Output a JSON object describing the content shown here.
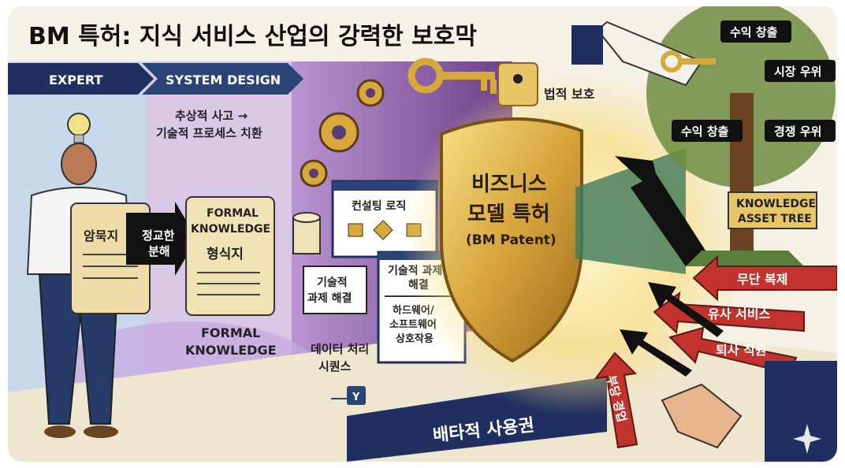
{
  "title": "BM 특허: 지식 서비스 산업의 강력한 보호막",
  "colors": {
    "navy": "#1f2f5f",
    "purple": "#5c3b7a",
    "gold": "#d7a93b",
    "red": "#c2332d",
    "green": "#6f8c3f",
    "cream": "#f3e7c3"
  },
  "stages": [
    {
      "label": "EXPERT"
    },
    {
      "label": "SYSTEM DESIGN"
    }
  ],
  "expert": {
    "scroll_label": "암묵지",
    "arrow_label_1": "정교한",
    "arrow_label_2": "분해"
  },
  "system_design": {
    "note_line_1": "추상적 사고 →",
    "note_line_2": "기술적 프로세스 치환",
    "formal_1": "FORMAL",
    "formal_2": "KNOWLEDGE",
    "explicit_label": "형식지",
    "formal_bottom_1": "FORMAL",
    "formal_bottom_2": "KNOWLEDGE"
  },
  "process": {
    "consulting_logic": "컨설팅 로직",
    "task_left_1": "기술적",
    "task_left_2": "과제 해결",
    "task_right_1": "기술적 과제",
    "task_right_2": "해결",
    "hw_1": "하드웨어/",
    "hw_2": "소프트웨어",
    "hw_3": "상호작용",
    "data_1": "데이터 처리",
    "data_2": "시퀀스",
    "node_y": "Y"
  },
  "shield": {
    "line_1": "비즈니스",
    "line_2": "모델 특허",
    "line_3": "(BM Patent)"
  },
  "legal": "법적 보호",
  "exclusive": "배타적 사용권",
  "tree": {
    "label_1": "KNOWLEDGE",
    "label_2": "ASSET TREE",
    "tags": [
      "수익 창출",
      "시장 우위",
      "수익 창출",
      "경쟁 우위"
    ]
  },
  "threats": [
    "무단 복제",
    "유사 서비스",
    "퇴사 직원",
    "부당 경업"
  ]
}
